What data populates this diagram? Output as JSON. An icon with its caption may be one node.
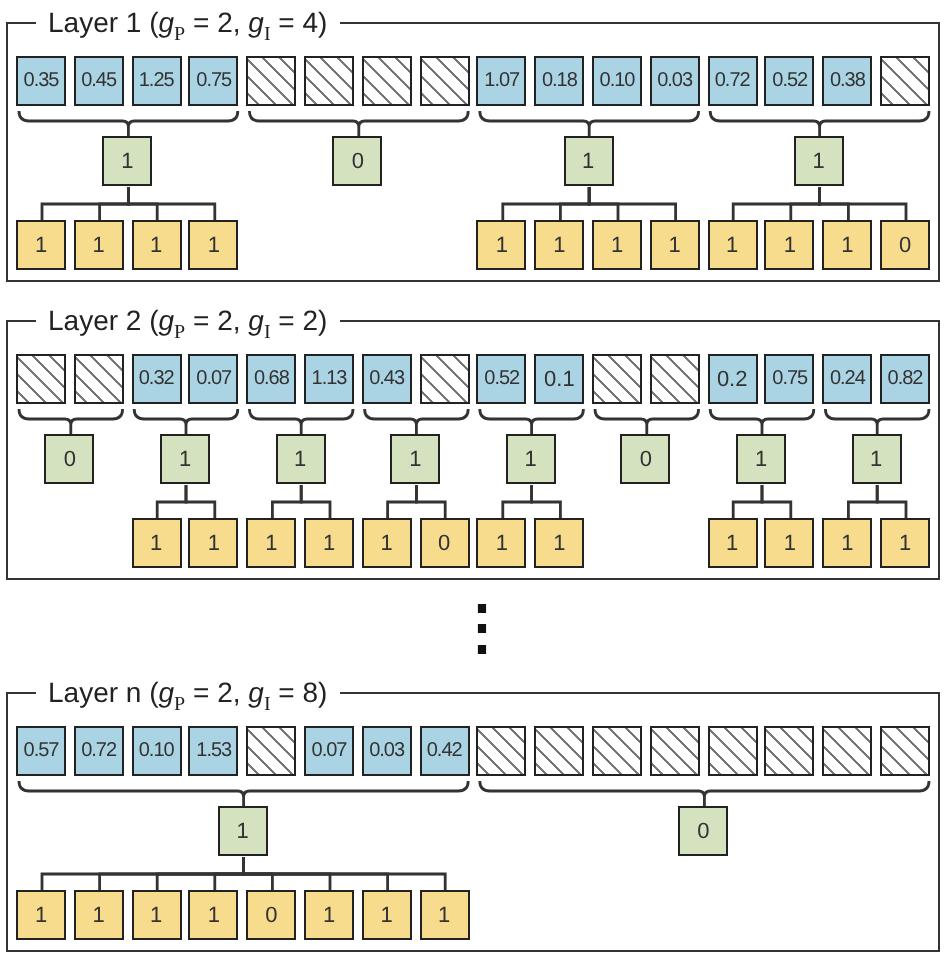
{
  "diagram": {
    "nodes": [
      {
        "text": [
          "Layer 1 (*g*$_{P}$ = 2, *g*$_{I}$ = 4)"
        ]
      },
      {
        "text": [
          "0.35"
        ],
        "in": 0
      },
      {
        "text": [
          "0.45"
        ],
        "in": 0
      },
      {
        "text": [
          "1.25"
        ],
        "in": 0
      },
      {
        "text": [
          "0.75"
        ],
        "in": 0
      },
      {
        "text": [],
        "shape": "box",
        "in": 0
      },
      {
        "text": [],
        "shape": "box",
        "in": 0
      },
      {
        "text": [],
        "shape": "box",
        "in": 0
      },
      {
        "text": [],
        "shape": "box",
        "in": 0
      },
      {
        "text": [
          "1.07"
        ],
        "in": 0
      },
      {
        "text": [
          "0.18"
        ],
        "in": 0
      },
      {
        "text": [
          "0.10"
        ],
        "in": 0
      },
      {
        "text": [
          "0.03"
        ],
        "in": 0
      },
      {
        "text": [
          "0.72"
        ],
        "in": 0
      },
      {
        "text": [
          "0.52"
        ],
        "in": 0
      },
      {
        "text": [
          "0.38"
        ],
        "in": 0
      },
      {
        "text": [],
        "shape": "box",
        "in": 0
      },
      {
        "text": [
          "1"
        ],
        "in": 0
      },
      {
        "text": [
          "0"
        ],
        "in": 0
      },
      {
        "text": [
          "1"
        ],
        "in": 0
      },
      {
        "text": [
          "1"
        ],
        "in": 0
      },
      {
        "text": [
          "1"
        ],
        "in": 0
      },
      {
        "text": [
          "1"
        ],
        "in": 0
      },
      {
        "text": [
          "1"
        ],
        "in": 0
      },
      {
        "text": [
          "1"
        ],
        "in": 0
      },
      {
        "text": [
          "1"
        ],
        "in": 0
      },
      {
        "text": [
          "1"
        ],
        "in": 0
      },
      {
        "text": [
          "1"
        ],
        "in": 0
      },
      {
        "text": [
          "1"
        ],
        "in": 0
      },
      {
        "text": [
          "1"
        ],
        "in": 0
      },
      {
        "text": [
          "1"
        ],
        "in": 0
      },
      {
        "text": [
          "1"
        ],
        "in": 0
      },
      {
        "text": [
          "0"
        ],
        "in": 0
      },
      {
        "text": [
          "Layer 2 (*g*$_{P}$ = 2, *g*$_{I}$ = 2)"
        ]
      },
      {
        "text": [],
        "shape": "box",
        "in": 33
      },
      {
        "text": [],
        "shape": "box",
        "in": 33
      },
      {
        "text": [
          "0.32"
        ],
        "in": 33
      },
      {
        "text": [
          "0.07"
        ],
        "in": 33
      },
      {
        "text": [
          "0.68"
        ],
        "in": 33
      },
      {
        "text": [
          "1.13"
        ],
        "in": 33
      },
      {
        "text": [
          "0.43"
        ],
        "in": 33
      },
      {
        "text": [],
        "shape": "box",
        "in": 33
      },
      {
        "text": [
          "0.52"
        ],
        "in": 33
      },
      {
        "text": [
          "0.1"
        ],
        "in": 33
      },
      {
        "text": [],
        "shape": "box",
        "in": 33
      },
      {
        "text": [],
        "shape": "box",
        "in": 33
      },
      {
        "text": [
          "0.2"
        ],
        "in": 33
      },
      {
        "text": [
          "0.75"
        ],
        "in": 33
      },
      {
        "text": [
          "0.24"
        ],
        "in": 33
      },
      {
        "text": [
          "0.82"
        ],
        "in": 33
      },
      {
        "text": [
          "0"
        ],
        "in": 33
      },
      {
        "text": [
          "1"
        ],
        "in": 33
      },
      {
        "text": [
          "1"
        ],
        "in": 33
      },
      {
        "text": [
          "1"
        ],
        "in": 33
      },
      {
        "text": [
          "1"
        ],
        "in": 33
      },
      {
        "text": [
          "0"
        ],
        "in": 33
      },
      {
        "text": [
          "1"
        ],
        "in": 33
      },
      {
        "text": [
          "1"
        ],
        "in": 33
      },
      {
        "text": [
          "1"
        ],
        "in": 33
      },
      {
        "text": [
          "1"
        ],
        "in": 33
      },
      {
        "text": [
          "1"
        ],
        "in": 33
      },
      {
        "text": [
          "1"
        ],
        "in": 33
      },
      {
        "text": [
          "1"
        ],
        "in": 33
      },
      {
        "text": [
          "0"
        ],
        "in": 33
      },
      {
        "text": [
          "1"
        ],
        "in": 33
      },
      {
        "text": [
          "1"
        ],
        "in": 33
      },
      {
        "text": [
          "1"
        ],
        "in": 33
      },
      {
        "text": [
          "1"
        ],
        "in": 33
      },
      {
        "text": [
          "1"
        ],
        "in": 33
      },
      {
        "text": [
          "1"
        ],
        "in": 33
      },
      {
        "text": [
          "Layer n (*g*$_{P}$ = 2, *g*$_{I}$ = 8)"
        ]
      },
      {
        "text": [
          "0.57"
        ],
        "in": 70
      },
      {
        "text": [
          "0.72"
        ],
        "in": 70
      },
      {
        "text": [
          "0.10"
        ],
        "in": 70
      },
      {
        "text": [
          "1.53"
        ],
        "in": 70
      },
      {
        "text": [],
        "shape": "box",
        "in": 70
      },
      {
        "text": [
          "0.07"
        ],
        "in": 70
      },
      {
        "text": [
          "0.03"
        ],
        "in": 70
      },
      {
        "text": [
          "0.42"
        ],
        "in": 70
      },
      {
        "text": [],
        "shape": "box",
        "in": 70
      },
      {
        "text": [],
        "shape": "box",
        "in": 70
      },
      {
        "text": [],
        "shape": "box",
        "in": 70
      },
      {
        "text": [],
        "shape": "box",
        "in": 70
      },
      {
        "text": [],
        "shape": "box",
        "in": 70
      },
      {
        "text": [],
        "shape": "box",
        "in": 70
      },
      {
        "text": [],
        "shape": "box",
        "in": 70
      },
      {
        "text": [],
        "shape": "box",
        "in": 70
      },
      {
        "text": [
          "1"
        ],
        "in": 70
      },
      {
        "text": [
          "0"
        ],
        "in": 70
      },
      {
        "text": [
          "1"
        ],
        "in": 70
      },
      {
        "text": [
          "1"
        ],
        "in": 70
      },
      {
        "text": [
          "1"
        ],
        "in": 70
      },
      {
        "text": [
          "1"
        ],
        "in": 70
      },
      {
        "text": [
          "0"
        ],
        "in": 70
      },
      {
        "text": [
          "1"
        ],
        "in": 70
      },
      {
        "text": [
          "1"
        ],
        "in": 70
      },
      {
        "text": [
          "1"
        ],
        "in": 70
      }
    ],
    "edges": [
      {
        "from": 17,
        "to": 21,
        "arrow": "none"
      },
      {
        "from": 17,
        "to": 22,
        "arrow": "none"
      },
      {
        "from": 17,
        "to": 23,
        "arrow": "none"
      },
      {
        "from": 17,
        "to": 24,
        "arrow": "none"
      },
      {
        "from": 19,
        "to": 25,
        "arrow": "none"
      },
      {
        "from": 19,
        "to": 26,
        "arrow": "none"
      },
      {
        "from": 19,
        "to": 27,
        "arrow": "none"
      },
      {
        "from": 19,
        "to": 28,
        "arrow": "none"
      },
      {
        "from": 20,
        "to": 29,
        "arrow": "none"
      },
      {
        "from": 20,
        "to": 30,
        "arrow": "none"
      },
      {
        "from": 20,
        "to": 31,
        "arrow": "none"
      },
      {
        "from": 20,
        "to": 32,
        "arrow": "none"
      },
      {
        "from": 51,
        "to": 58,
        "arrow": "none"
      },
      {
        "from": 51,
        "to": 59,
        "arrow": "none"
      },
      {
        "from": 52,
        "to": 60,
        "arrow": "none"
      },
      {
        "from": 52,
        "to": 61,
        "arrow": "none"
      },
      {
        "from": 53,
        "to": 62,
        "arrow": "none"
      },
      {
        "from": 53,
        "to": 63,
        "arrow": "none"
      },
      {
        "from": 54,
        "to": 64,
        "arrow": "none"
      },
      {
        "from": 54,
        "to": 65,
        "arrow": "none"
      },
      {
        "from": 56,
        "to": 66,
        "arrow": "none"
      },
      {
        "from": 56,
        "to": 67,
        "arrow": "none"
      },
      {
        "from": 57,
        "to": 68,
        "arrow": "none"
      },
      {
        "from": 57,
        "to": 69,
        "arrow": "none"
      },
      {
        "from": 87,
        "to": 89,
        "arrow": "none"
      },
      {
        "from": 87,
        "to": 90,
        "arrow": "none"
      },
      {
        "from": 87,
        "to": 91,
        "arrow": "none"
      },
      {
        "from": 87,
        "to": 92,
        "arrow": "none"
      },
      {
        "from": 87,
        "to": 93,
        "arrow": "none"
      },
      {
        "from": 87,
        "to": 94,
        "arrow": "none"
      },
      {
        "from": 87,
        "to": 95,
        "arrow": "none"
      },
      {
        "from": 87,
        "to": 96,
        "arrow": "none"
      }
    ],
    "labels": [
      "⋮"
    ]
  }
}
